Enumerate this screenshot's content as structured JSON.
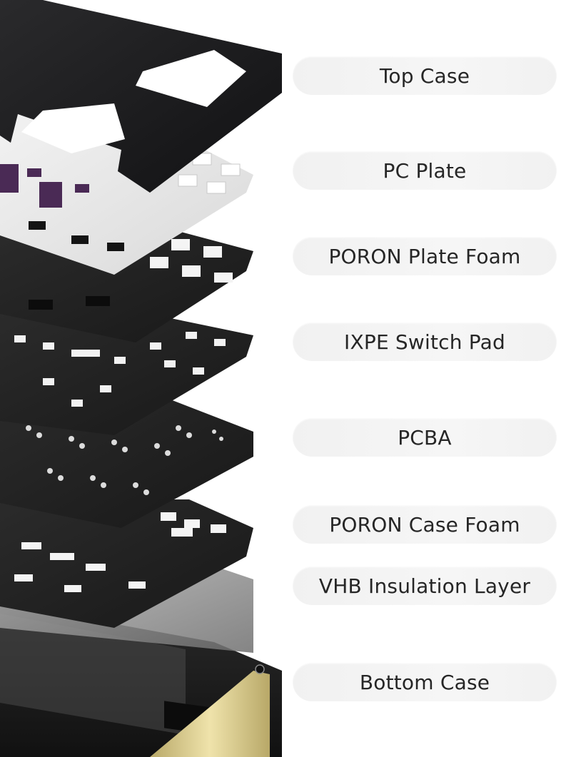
{
  "labels": [
    "Top Case",
    "PC Plate",
    "PORON Plate Foam",
    "IXPE Switch Pad",
    "PCBA",
    "PORON Case Foam",
    "VHB Insulation Layer",
    "Bottom Case"
  ],
  "colors": {
    "background": "#ffffff",
    "pill": "#f3f3f3",
    "label_text": "#262626",
    "case_black": "#1c1c1e",
    "plate_white": "#e6e6e6",
    "foam_black": "#232323",
    "switch_purple": "#4a2a55",
    "vhb_translucent": "#9a9a9a",
    "bottom_case": "#202020",
    "gasket_gold": "#d8c98c"
  },
  "icons": [
    "keyboard-layer-illustration"
  ]
}
